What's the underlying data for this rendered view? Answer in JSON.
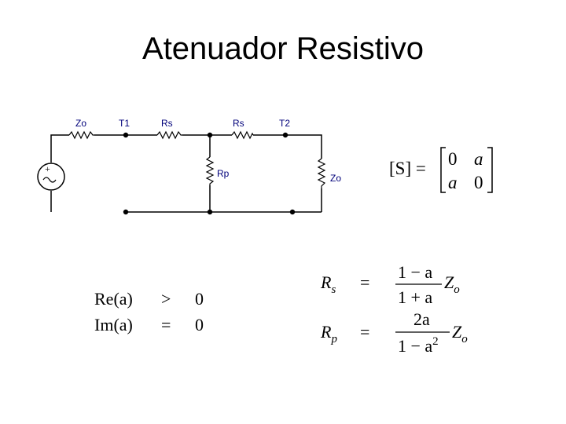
{
  "title": "Atenuador Resistivo",
  "circuit": {
    "labels": {
      "zo_left": "Zo",
      "t1": "T1",
      "rs_left": "Rs",
      "rs_right": "Rs",
      "t2": "T2",
      "rp": "Rp",
      "zo_load": "Zo"
    },
    "source_plus": "+"
  },
  "equations": {
    "s_matrix": {
      "lhs": "[S] =",
      "m11": "0",
      "m12": "a",
      "m21": "a",
      "m22": "0"
    },
    "conditions": [
      {
        "lhs": "Re(a)",
        "op": ">",
        "rhs": "0"
      },
      {
        "lhs": "Im(a)",
        "op": "=",
        "rhs": "0"
      }
    ],
    "rs": {
      "lhs_main": "R",
      "lhs_sub": "s",
      "eq": "=",
      "num": "1 − a",
      "den": "1 + a",
      "factor_main": "Z",
      "factor_sub": "o"
    },
    "rp": {
      "lhs_main": "R",
      "lhs_sub": "p",
      "eq": "=",
      "num": "2a",
      "den_main": "1 − a",
      "den_exp": "2",
      "factor_main": "Z",
      "factor_sub": "o"
    }
  }
}
